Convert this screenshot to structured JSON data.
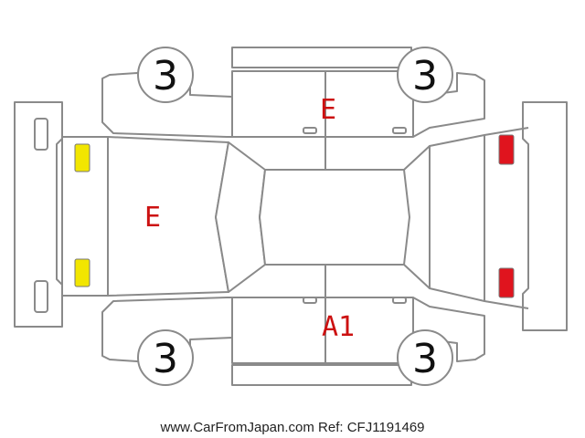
{
  "tyre_grades": {
    "front_left": "3",
    "front_right": "3",
    "rear_left": "3",
    "rear_right": "3"
  },
  "damage_codes": {
    "bonnet": "E",
    "right_doors": "E",
    "left_doors": "A1"
  },
  "lamp_markers": {
    "front": [
      "yellow",
      "yellow"
    ],
    "rear": [
      "red",
      "red"
    ]
  },
  "colors": {
    "damage_code": "#cc1111",
    "front_lamp": "#f2e600",
    "rear_lamp": "#e0141e",
    "outline": "#8a8a8a"
  },
  "footer": {
    "caption": "www.CarFromJapan.com Ref: CFJ1191469"
  }
}
